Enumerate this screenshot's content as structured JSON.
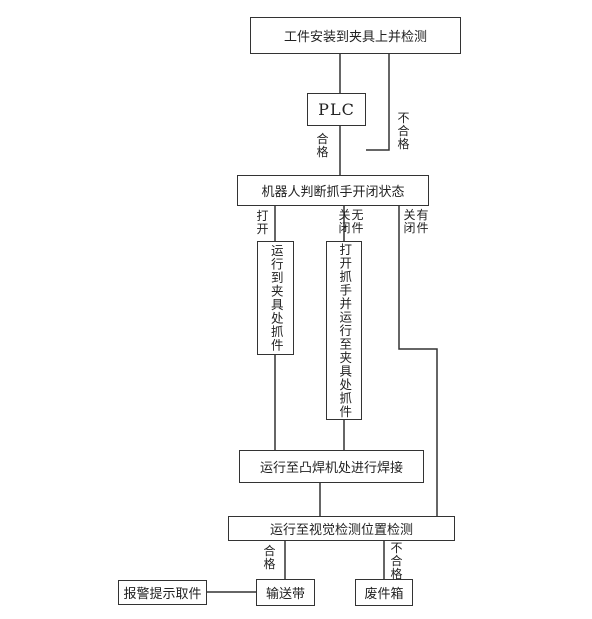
{
  "nodes": {
    "install": "工件安装到夹具上并检测",
    "plc": "PLC",
    "robot": "机器人判断抓手开闭状态",
    "fixture": "运行到夹具处抓件",
    "open_gripper": "打开抓手并运行至夹具处抓件",
    "weld": "运行至凸焊机处进行焊接",
    "vision": "运行至视觉检测位置检测",
    "alarm": "报警提示取件",
    "conveyor": "输送带",
    "scrap": "废件箱"
  },
  "edges": {
    "plc_fail": "不合格",
    "plc_pass": "合格",
    "open": "打开",
    "closed_no": [
      "关",
      "无",
      "闭",
      "件"
    ],
    "closed_has": [
      "关",
      "有",
      "闭",
      "件"
    ],
    "vision_pass": "合格",
    "vision_fail": "不合格"
  },
  "colors": {
    "line": "#333333",
    "text": "#222222"
  }
}
